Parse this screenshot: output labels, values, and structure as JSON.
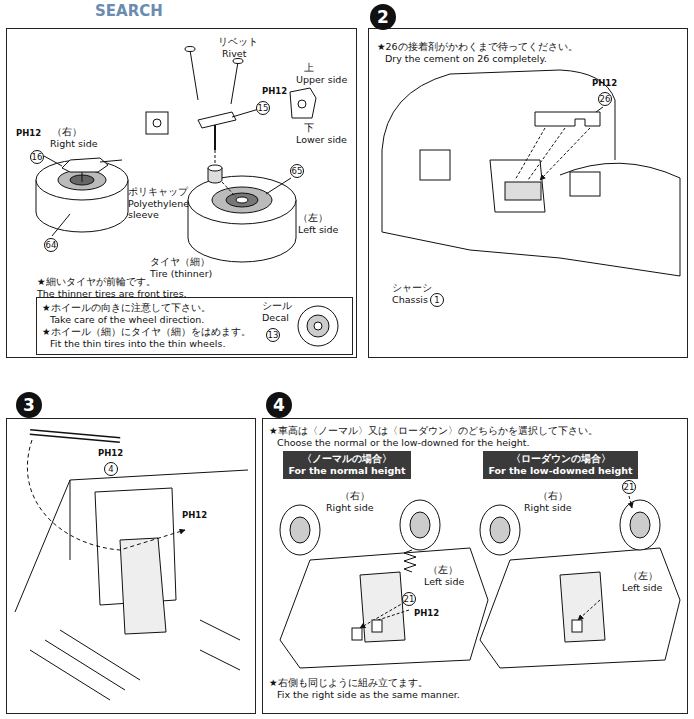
{
  "diagram": {
    "nodes": [
      {
        "text": [
          "★細いタイヤが前輪です。",
          "The thinner tires are front tires."
        ]
      },
      {
        "text": [
          "★ホイールの向きに注意して下さい。",
          "Take care of the wheel direction.",
          "★ホイール（細）にタイヤ（細）をはめます。",
          "Fit the thin tires into the thin wheels."
        ],
        "in": 0
      },
      {
        "text": [
          "2",
          "★26の接着剤がかわくまで待ってください。",
          "Dry the cement on 26 completely."
        ]
      },
      {
        "text": [
          "3"
        ]
      },
      {
        "text": [
          "4",
          "★車高は〈ノーマル〉又は〈ローダウン〉のどちらかを選択して下さい。",
          "Choose the normal or the low-downed for the height.",
          "★右側も同じように組み立てます。",
          "Fix the right side as the same manner."
        ]
      },
      {
        "text": [
          "〈ノーマルの場合〉",
          "For the normal height"
        ],
        "in": 4
      },
      {
        "text": [
          "〈ローダウンの場合〉",
          "For the low-downed height"
        ],
        "in": 4
      }
    ],
    "labels": [
      "SEARCH",
      "リベット",
      "Rivet",
      "PH12",
      "15",
      "上",
      "Upper side",
      "下",
      "Lower side",
      "PH12",
      "（右）",
      "Right side",
      "16",
      "ポリキャップ",
      "Polyethylene sleeve",
      "（左）",
      "Left side",
      "65",
      "64",
      "タイヤ（細）",
      "Tire (thinner)",
      "シール",
      "Decal",
      "13",
      "PH12",
      "26",
      "シャーシ",
      "Chassis",
      "1",
      "PH12",
      "4",
      "PH12",
      "（右）",
      "Right side",
      "（左）",
      "Left side",
      "21",
      "PH12",
      "（右）",
      "Right side",
      "21",
      "（左）",
      "Left side"
    ]
  }
}
